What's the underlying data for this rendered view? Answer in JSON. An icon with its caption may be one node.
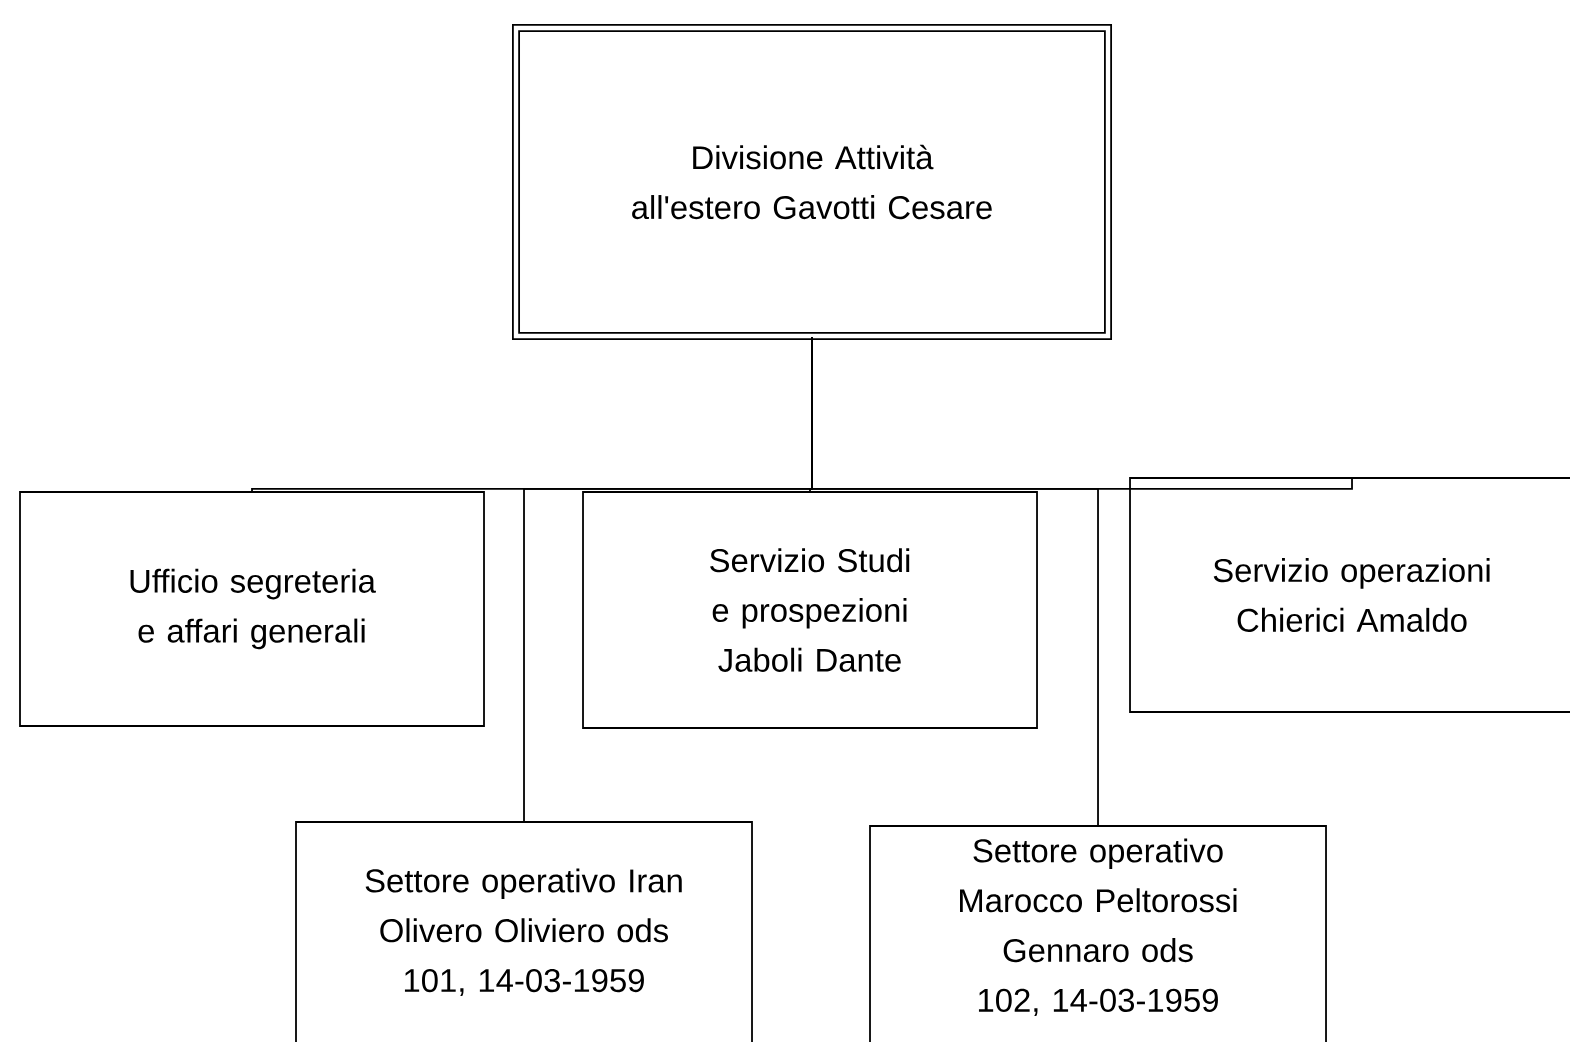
{
  "diagram": {
    "nodes": [
      {
        "text": [
          "Divisione Attività all'estero Gavotti Cesare"
        ]
      },
      {
        "text": [
          "Ufficio segreteria e affari generali"
        ]
      },
      {
        "text": [
          "Servizio Studi e prospezioni Jaboli Dante"
        ]
      },
      {
        "text": [
          "Servizio operazioni Chierici Amaldo"
        ]
      },
      {
        "text": [
          "Settore operativo Iran Olivero Oliviero ods 101, 14-03-1959"
        ]
      },
      {
        "text": [
          "Settore operativo Marocco Peltorossi Gennaro ods 102, 14-03-1959"
        ]
      }
    ],
    "edges": [
      {
        "from": 0,
        "to": 1,
        "arrow": "none"
      },
      {
        "from": 0,
        "to": 4,
        "arrow": "none"
      },
      {
        "from": 0,
        "to": 2,
        "arrow": "none"
      },
      {
        "from": 0,
        "to": 5,
        "arrow": "none"
      },
      {
        "from": 0,
        "to": 3,
        "arrow": "none"
      }
    ]
  }
}
